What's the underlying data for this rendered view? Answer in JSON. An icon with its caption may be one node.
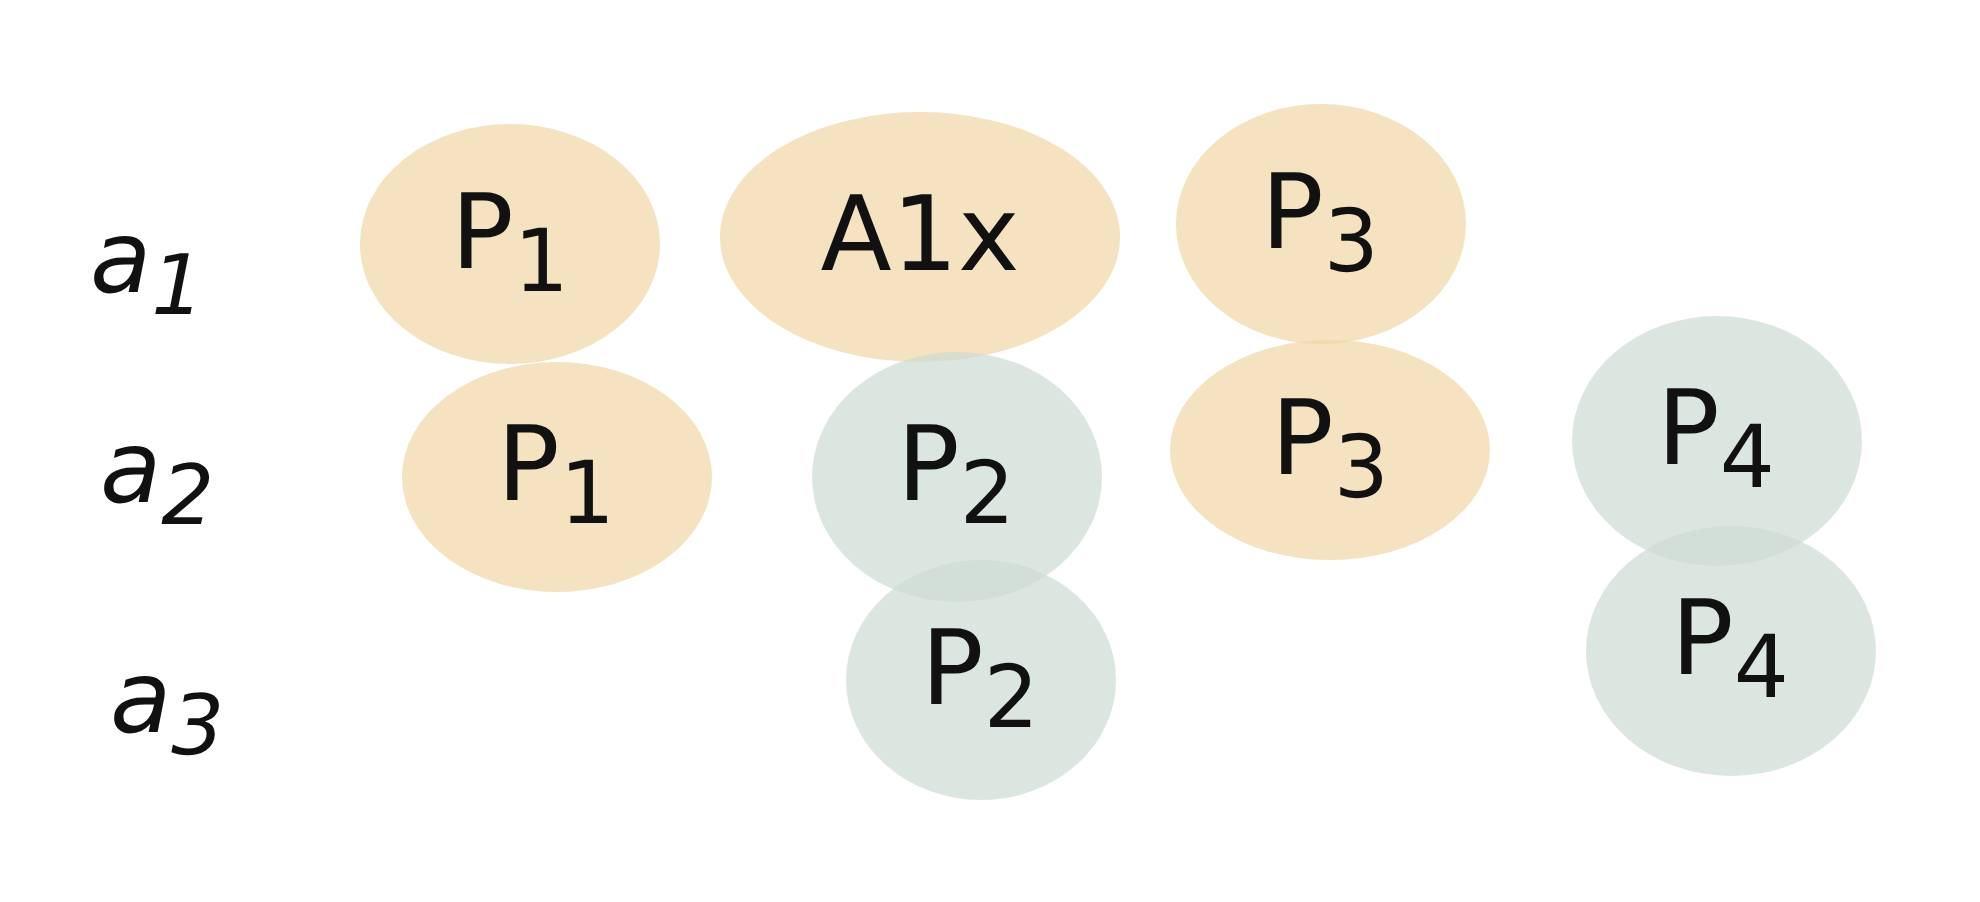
{
  "diagram": {
    "nodes": [
      {
        "text": [
          "P$_{1}$"
        ]
      },
      {
        "text": [
          "A1x"
        ]
      },
      {
        "text": [
          "P$_{3}$"
        ]
      },
      {
        "text": [
          "P$_{1}$"
        ]
      },
      {
        "text": [
          "P$_{2}$"
        ]
      },
      {
        "text": [
          "P$_{3}$"
        ]
      },
      {
        "text": [
          "P$_{4}$"
        ]
      },
      {
        "text": [
          "P$_{2}$"
        ]
      },
      {
        "text": [
          "P$_{4}$"
        ]
      }
    ],
    "labels": [
      "a$_{1}$",
      "a$_{2}$",
      "a$_{3}$"
    ]
  }
}
